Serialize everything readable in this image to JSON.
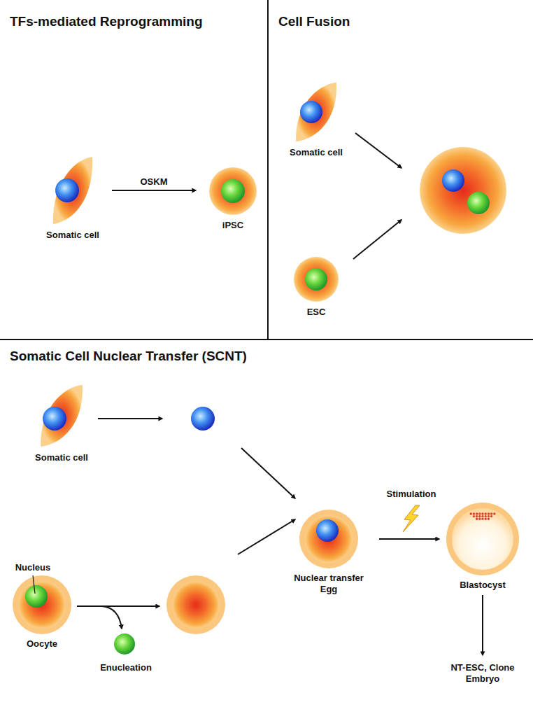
{
  "diagram": {
    "nodes": [
      {
        "text": [
          "Somatic cell"
        ]
      },
      {
        "text": [
          "iPSC"
        ]
      },
      {
        "text": [
          "Somatic cell"
        ]
      },
      {
        "text": [
          "ESC"
        ]
      },
      {
        "text": [
          "Somatic cell"
        ]
      },
      {
        "text": [
          "Oocyte"
        ]
      },
      {
        "text": [
          "Nuclear transfer Egg"
        ]
      },
      {
        "text": [
          "Blastocyst"
        ]
      }
    ],
    "edges": [
      {
        "from": 0,
        "to": 1,
        "label": "OSKM",
        "arrow": "to"
      },
      {
        "from": 6,
        "to": 7,
        "arrow": "to"
      }
    ],
    "labels": [
      "TFs-mediated Reprogramming",
      "Cell Fusion",
      "Somatic Cell Nuclear Transfer (SCNT)",
      "Nucleus",
      "Enucleation",
      "Stimulation",
      "NT-ESC, Clone Embryo"
    ]
  }
}
